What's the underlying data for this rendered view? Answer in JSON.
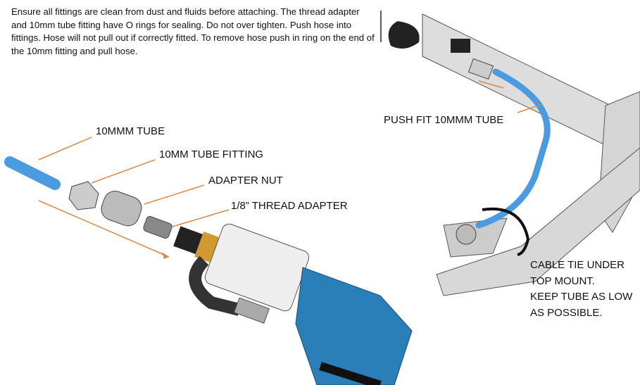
{
  "instructions": "Ensure all fittings are clean from dust and fluids before attaching. The thread adapter and 10mm tube fitting have O rings for sealing. Do not over tighten. Push hose into fittings. Hose will not pull out if correctly fitted. To remove hose push in ring on the end of the 10mm fitting and pull hose.",
  "left_labels": {
    "tube": "10MMM TUBE",
    "tube_fitting": "10MM TUBE FITTING",
    "adapter_nut": "ADAPTER NUT",
    "thread_adapter": "1/8” THREAD ADAPTER"
  },
  "right_labels": {
    "push_fit": "PUSH FIT 10MMM TUBE",
    "cable_tie": [
      "CABLE TIE UNDER",
      "TOP MOUNT.",
      "KEEP TUBE AS LOW",
      "AS POSSIBLE."
    ]
  },
  "colors": {
    "tube": "#4a9be0",
    "arrow": "#d9894a",
    "gun": "#2a7fb8"
  }
}
